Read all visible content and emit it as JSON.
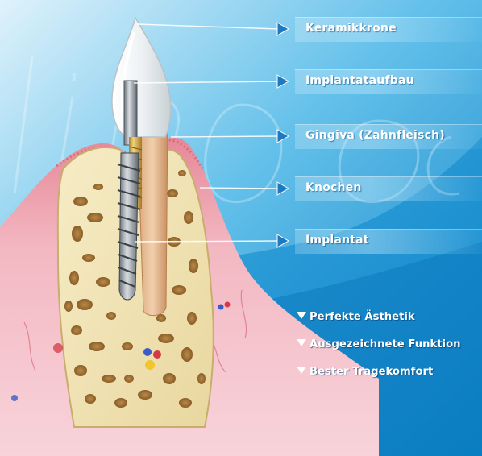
{
  "labels": {
    "crown": "Keramikkrone",
    "abutment": "Implantataufbau",
    "gingiva": "Gingiva (Zahnfleisch)",
    "bone": "Knochen",
    "implant": "Implantat"
  },
  "features": [
    "Perfekte Ästhetik",
    "Ausgezeichnete Funktion",
    "Bester Tragekomfort"
  ],
  "colors": {
    "background_blue": "#0a8fd1",
    "gingiva_pink": "#efa9b4",
    "bone_beige": "#f1e4b8",
    "implant_gold": "#d7b25a",
    "crown_white": "#f4f6f8"
  }
}
